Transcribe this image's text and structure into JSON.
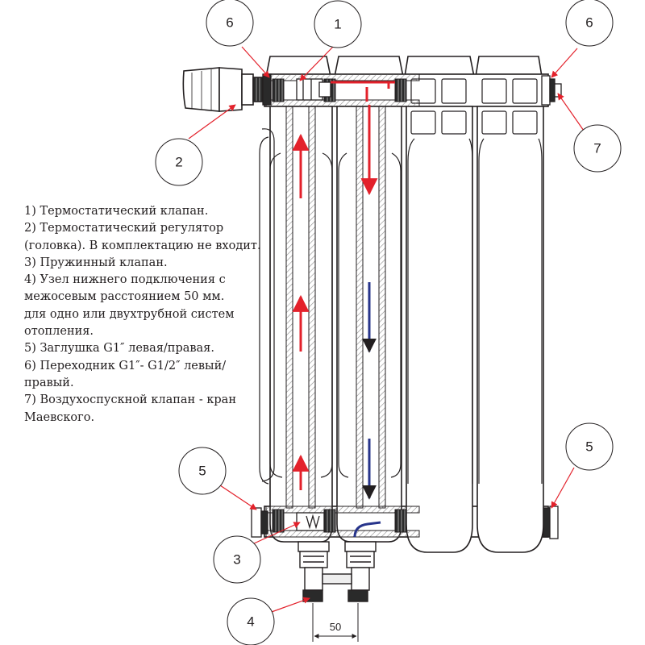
{
  "legend": {
    "lines": [
      "1) Термостатический клапан.",
      "2) Термостатический регулятор",
      "(головка). В комплектацию не входит.",
      "3) Пружинный клапан.",
      "4) Узел нижнего подключения с",
      "межосевым расстоянием 50 мм.",
      "для одно или двухтрубной систем",
      "отопления.",
      "5) Заглушка G1″ левая/правая.",
      "6) Переходник G1″- G1/2″ левый/",
      "правый.",
      "7) Воздухоспускной клапан - кран",
      "Маевского."
    ]
  },
  "callouts": {
    "c1": "1",
    "c2": "2",
    "c3": "3",
    "c4": "4",
    "c5_left": "5",
    "c5_right": "5",
    "c6_left": "6",
    "c6_right": "6",
    "c7": "7"
  },
  "dimension": {
    "value": "50"
  },
  "colors": {
    "outline": "#231f20",
    "callout_arrow": "#e3212b",
    "hot_flow": "#e3212b",
    "cold_flow": "#27348b",
    "body_fill": "#ffffff",
    "hatch": "#9a9a9a"
  }
}
